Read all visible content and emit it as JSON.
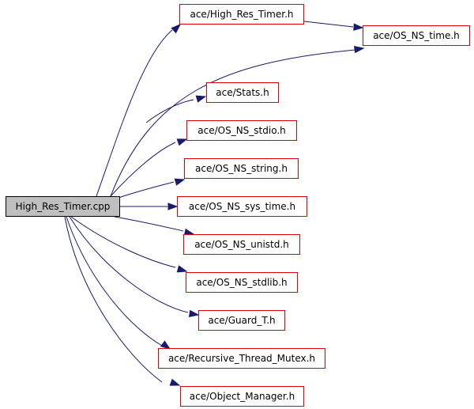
{
  "graph": {
    "root": {
      "id": "root",
      "label": "High_Res_Timer.cpp"
    },
    "nodes": [
      {
        "id": "hrt",
        "label": "ace/High_Res_Timer.h"
      },
      {
        "id": "time",
        "label": "ace/OS_NS_time.h"
      },
      {
        "id": "stats",
        "label": "ace/Stats.h"
      },
      {
        "id": "stdio",
        "label": "ace/OS_NS_stdio.h"
      },
      {
        "id": "string",
        "label": "ace/OS_NS_string.h"
      },
      {
        "id": "systime",
        "label": "ace/OS_NS_sys_time.h"
      },
      {
        "id": "unistd",
        "label": "ace/OS_NS_unistd.h"
      },
      {
        "id": "stdlib",
        "label": "ace/OS_NS_stdlib.h"
      },
      {
        "id": "guard",
        "label": "ace/Guard_T.h"
      },
      {
        "id": "rtm",
        "label": "ace/Recursive_Thread_Mutex.h"
      },
      {
        "id": "om",
        "label": "ace/Object_Manager.h"
      }
    ],
    "edges": [
      [
        "root",
        "hrt"
      ],
      [
        "root",
        "time"
      ],
      [
        "root",
        "stats"
      ],
      [
        "root",
        "stdio"
      ],
      [
        "root",
        "string"
      ],
      [
        "root",
        "systime"
      ],
      [
        "root",
        "unistd"
      ],
      [
        "root",
        "stdlib"
      ],
      [
        "root",
        "guard"
      ],
      [
        "root",
        "rtm"
      ],
      [
        "root",
        "om"
      ],
      [
        "hrt",
        "time"
      ]
    ],
    "colors": {
      "edge": "#191970",
      "node_border": "#e00000",
      "root_fill": "#bfbfbf"
    }
  }
}
